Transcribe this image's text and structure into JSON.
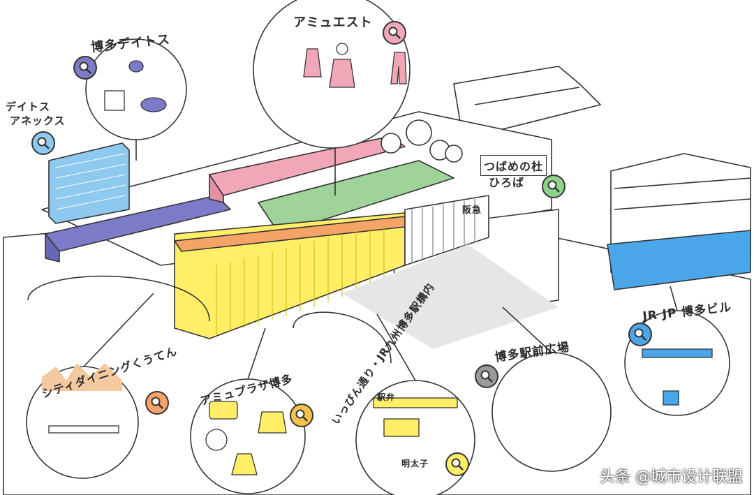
{
  "title": "博多デイトス",
  "labels": {
    "deitos": "博多デイトス",
    "annex_l1": "デイトス",
    "annex_l2": "アネックス",
    "amu_est": "アミュエスト",
    "tsubame_l1": "つばめの杜",
    "tsubame_l2": "ひろば",
    "hankyu": "阪急",
    "jrjp": "JR JP 博多ビル",
    "ekimae": "博多駅前広場",
    "ippin": "いっぴん通り・JR九州博多駅構内",
    "amu_plaza": "アミュプラザ博多",
    "city_dining": "シティダイニングくうてん",
    "ekiben": "駅弁",
    "mentaiko": "明太子"
  },
  "watermark": "头条 @城市设计联盟",
  "colors": {
    "deitos": "#7b7bc8",
    "annex": "#8ec9ef",
    "amu_est": "#f2a7b8",
    "plaza": "#ffee66",
    "garden": "#9fd39a",
    "jrjp": "#4aa6e8",
    "ekimae_pin": "#999999",
    "amu_pin": "#f4c24d",
    "dining_pin": "#f5a468",
    "deitos_pin": "#7b7bc8",
    "annex_pin": "#8ec9ef",
    "amu_est_pin": "#f2a7b8",
    "tsubame_pin": "#8fd38a",
    "jrjp_pin": "#4aa6e8",
    "ippin_pin": "#ffee66"
  },
  "icons": [
    "search-icon"
  ]
}
